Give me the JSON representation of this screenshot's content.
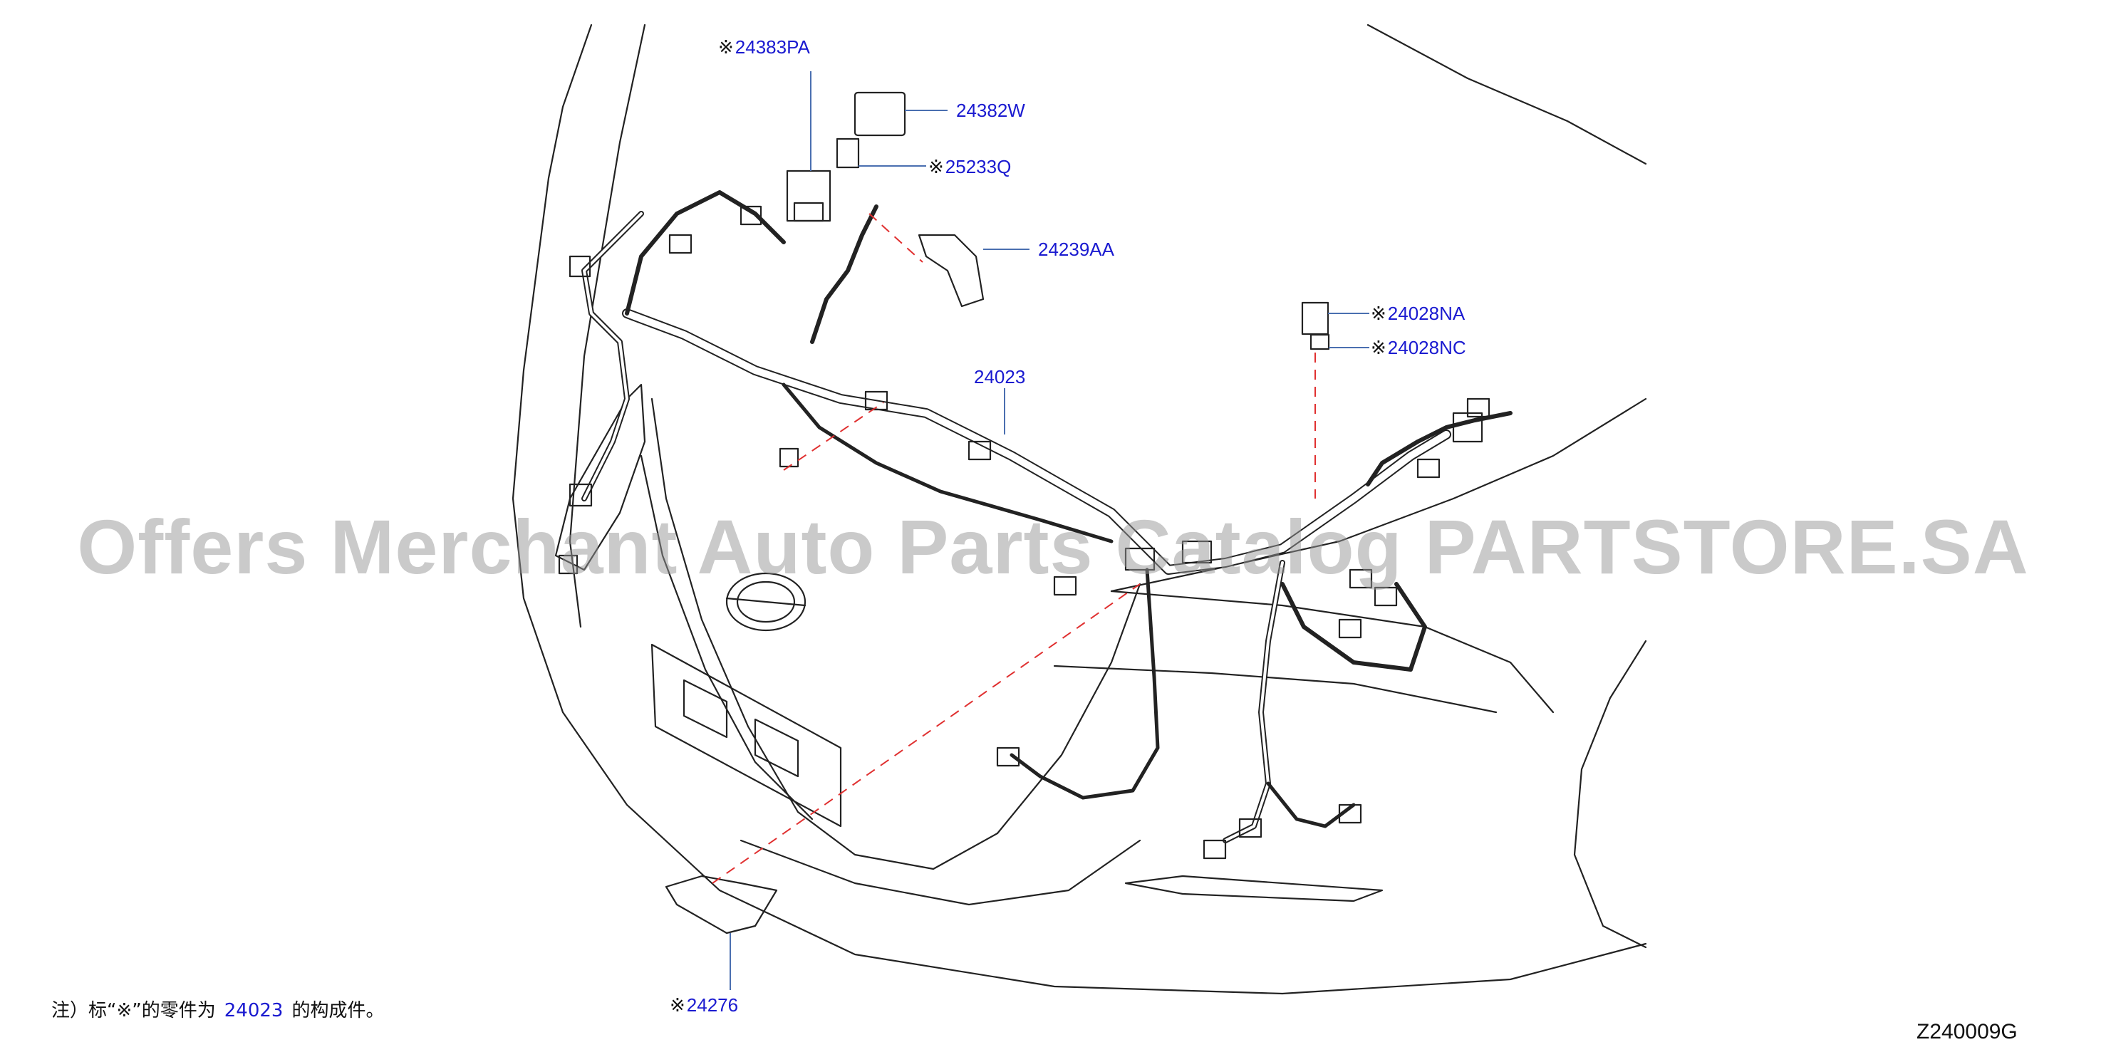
{
  "callouts": [
    {
      "id": "24383PA",
      "mark": "※",
      "text": "24383PA"
    },
    {
      "id": "24382W",
      "mark": "",
      "text": "24382W"
    },
    {
      "id": "25233Q",
      "mark": "※",
      "text": "25233Q"
    },
    {
      "id": "24239AA",
      "mark": "",
      "text": "24239AA"
    },
    {
      "id": "24023",
      "mark": "",
      "text": "24023"
    },
    {
      "id": "24028NA",
      "mark": "※",
      "text": "24028NA"
    },
    {
      "id": "24028NC",
      "mark": "※",
      "text": "24028NC"
    },
    {
      "id": "24276",
      "mark": "※",
      "text": "24276"
    }
  ],
  "note": {
    "prefix": "注）标“",
    "symbol": "※",
    "middle": "”的零件为",
    "ref": "24023",
    "suffix": "的构成件。"
  },
  "diagram_code": "Z240009G",
  "watermark": "Offers Merchant Auto Parts Catalog PARTSTORE.SA",
  "colors": {
    "callout": "#1a1ad0",
    "leader": "#4a6fb0",
    "dashed": "#e03030",
    "line": "#222222"
  }
}
